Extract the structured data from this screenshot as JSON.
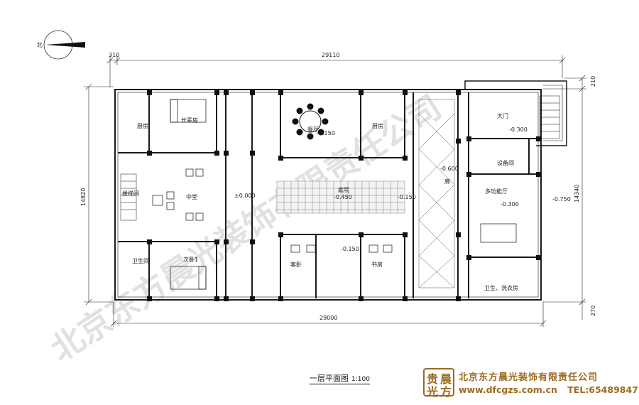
{
  "north_label": "北",
  "dimensions": {
    "left_offset": "310",
    "top_total": "29110",
    "bottom_total": "29000",
    "left_height": "14820",
    "right_height": "14340",
    "right_top": "210",
    "right_bottom": "270"
  },
  "rooms": {
    "kitchen_left": "厨房",
    "elder_bedroom": "长辈房",
    "stair": "楼梯间",
    "main_hall": "中堂",
    "bathroom": "卫生间",
    "second_bedroom": "次卧1",
    "dining": "餐厅",
    "kitchen_right": "厨房",
    "courtyard": "庭院",
    "guest_bedroom": "客卧",
    "study": "书房",
    "gate": "大门",
    "equipment": "设备间",
    "multi_hall": "多功能厅",
    "laundry": "卫生、洗衣房",
    "corridor": "廊"
  },
  "elevations": {
    "hall": "±0.000",
    "dining": "-0.150",
    "courtyard": "-0.450",
    "courtyard_e": "-0.150",
    "guest": "-0.150",
    "corridor": "-0.600",
    "gate": "-0.300",
    "multi": "-0.300",
    "outside": "-0.750"
  },
  "plan_title": "一层平面图",
  "plan_scale": "1:100",
  "company_name": "北京东方晨光装饰有限责任公司",
  "website": "www.dfcgzs.com.cn",
  "tel": "TEL:65489847",
  "seal_text": [
    "贵",
    "晨",
    "光",
    "方"
  ],
  "watermark": "北京东方晨光装饰有限责任公司",
  "colors": {
    "line": "#1a1a1a",
    "brand": "#9c6a1e",
    "watermark": "#c9c9c9"
  }
}
